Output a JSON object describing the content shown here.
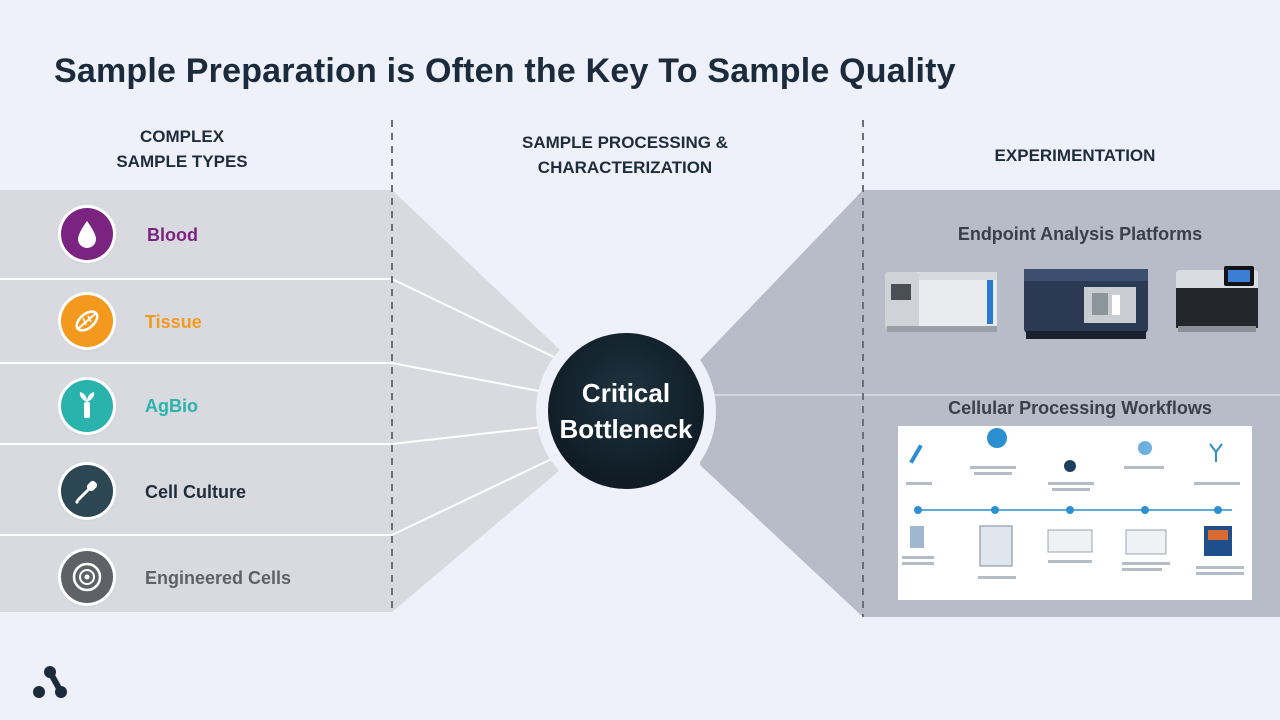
{
  "title": "Sample Preparation is Often the Key To Sample Quality",
  "columns": {
    "left": "COMPLEX\nSAMPLE TYPES",
    "left_line1": "COMPLEX",
    "left_line2": "SAMPLE TYPES",
    "middle_line1": "SAMPLE PROCESSING &",
    "middle_line2": "CHARACTERIZATION",
    "right": "EXPERIMENTATION"
  },
  "sample_types": [
    {
      "label": "Blood",
      "color": "#7a2380",
      "icon": "blood-drop-icon"
    },
    {
      "label": "Tissue",
      "color": "#f39a1e",
      "icon": "tissue-icon"
    },
    {
      "label": "AgBio",
      "color": "#2ab3ad",
      "icon": "plant-sprout-icon"
    },
    {
      "label": "Cell Culture",
      "color": "#2d4654",
      "icon": "pipette-icon"
    },
    {
      "label": "Engineered Cells",
      "color": "#5e6266",
      "icon": "engineered-cell-icon"
    }
  ],
  "label_colors": [
    "#7a2380",
    "#f39a1e",
    "#2ab3ad",
    "#1f2d3b",
    "#5e6266"
  ],
  "bottleneck": {
    "line1": "Critical",
    "line2": "Bottleneck"
  },
  "right_panels": {
    "endpoint_title": "Endpoint Analysis Platforms",
    "workflow_title": "Cellular Processing Workflows"
  },
  "colors": {
    "left_band": "#d9dbe0",
    "right_band": "#b9bcc9",
    "bottleneck": "#14232e",
    "background": "#eef1f9"
  }
}
